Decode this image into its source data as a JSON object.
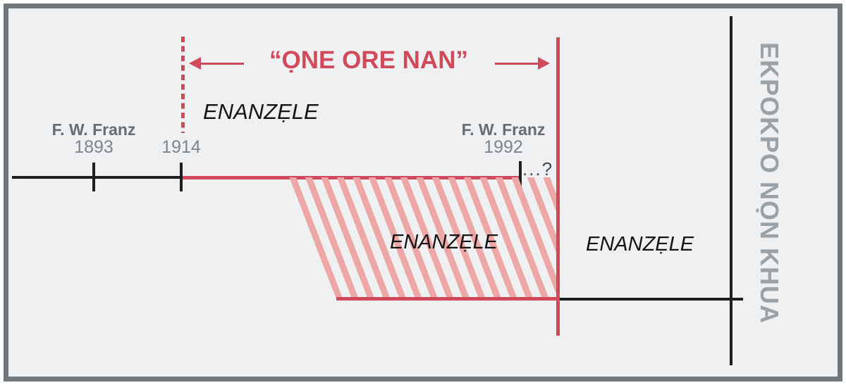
{
  "colors": {
    "accent_red": "#d04a5c",
    "stripe_pink": "#eca7a6",
    "frame_gray": "#71777b",
    "background": "#eef0f2",
    "name_gray": "#666d75",
    "year_gray": "#7d848c",
    "side_label_gray": "#9aa1a7",
    "ink_black": "#1d1e20"
  },
  "header": {
    "title": "“ỌNE ORE NAN”"
  },
  "labels": {
    "era_before": "ENANZẸLE",
    "era_during": "ENANZẸLE",
    "era_after": "ENANZẸLE",
    "side_vertical": "EKPOKPO NỌN KHUA"
  },
  "timeline": {
    "franz_left": {
      "name": "F. W. Franz",
      "year": "1893"
    },
    "start_year": "1914",
    "franz_right": {
      "name": "F. W. Franz",
      "year": "1992"
    },
    "ellipsis": "...?"
  }
}
